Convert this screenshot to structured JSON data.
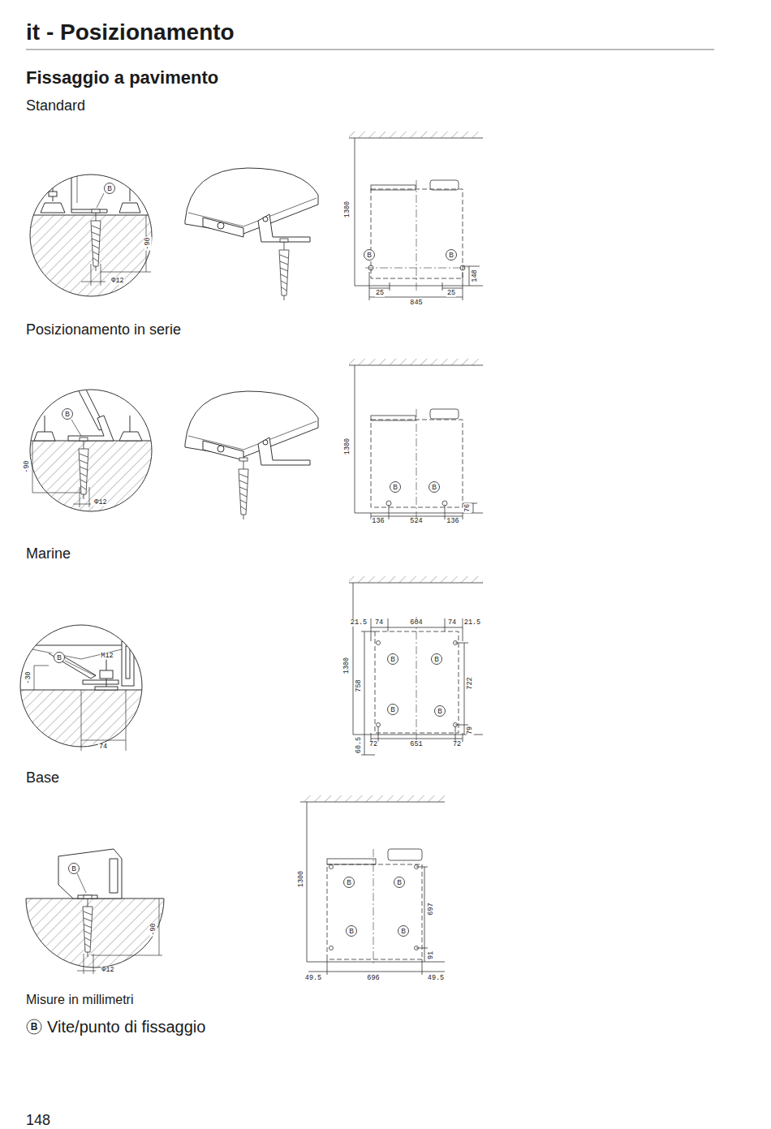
{
  "diagram": {
    "title": "it - Posizionamento",
    "labels": [
      "Fissaggio a pavimento",
      "Standard",
      "B",
      "-90",
      "Φ12",
      "1300",
      "B",
      "B",
      "148",
      "25",
      "25",
      "845",
      "Posizionamento in serie",
      "B",
      "-90",
      "Φ12",
      "1300",
      "B",
      "B",
      "76",
      "136",
      "524",
      "136",
      "Marine",
      "B",
      "M12",
      "-30",
      "74",
      "21.5",
      "74",
      "604",
      "74",
      "21.5",
      "1300",
      "B",
      "B",
      "758",
      "722",
      "B",
      "B",
      "79",
      "60.5",
      "72",
      "651",
      "72",
      "Base",
      "B",
      "-90",
      "Φ12",
      "1300",
      "B",
      "B",
      "697",
      "B",
      "B",
      "91",
      "49.5",
      "696",
      "49.5",
      "Misure in millimetri",
      "B",
      "148"
    ],
    "legend": [
      {
        "text": "Vite/punto di fissaggio"
      }
    ]
  }
}
